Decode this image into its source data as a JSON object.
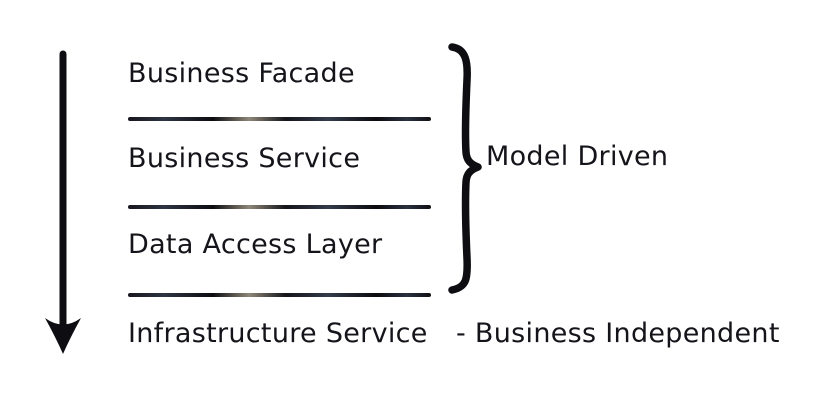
{
  "diagram": {
    "type": "layered-architecture-sketch",
    "layers": [
      {
        "label": "Business Facade"
      },
      {
        "label": "Business Service"
      },
      {
        "label": "Data Access Layer"
      },
      {
        "label": "Infrastructure Service"
      }
    ],
    "brace": {
      "label": "Model Driven",
      "groups_layers": [
        "Business Facade",
        "Business Service",
        "Data Access Layer"
      ]
    },
    "annotation": "- Business Independent",
    "colors": {
      "ink": "#14141a",
      "background": "#ffffff"
    }
  }
}
